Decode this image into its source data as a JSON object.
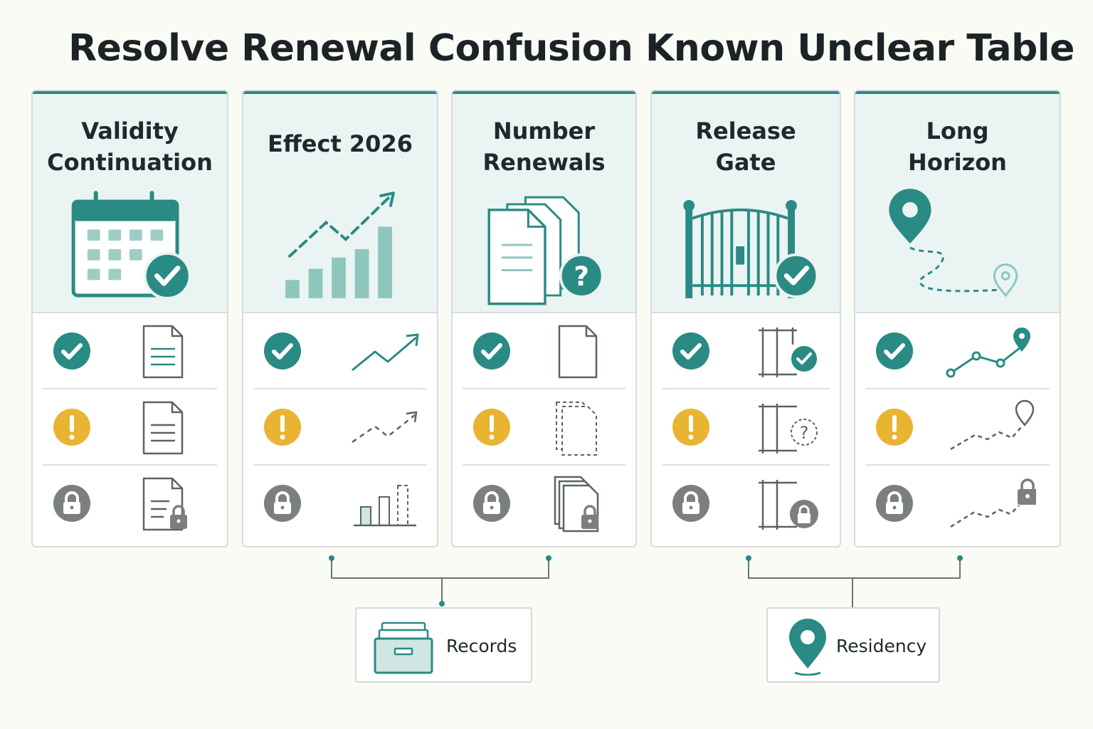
{
  "title": "Resolve Renewal Confusion Known Unclear Table",
  "columns": [
    {
      "title_lines": [
        "Validity",
        "Continuation"
      ],
      "hero_icon": "calendar-check-icon",
      "rows": [
        "check",
        "warning",
        "lock"
      ],
      "row_icons": [
        "document-icon",
        "document-icon",
        "document-lock-icon"
      ]
    },
    {
      "title_lines": [
        "Effect 2026"
      ],
      "hero_icon": "bar-chart-trend-icon",
      "rows": [
        "check",
        "warning",
        "lock"
      ],
      "row_icons": [
        "trend-up-icon",
        "dashed-trend-icon",
        "bar-chart-icon"
      ]
    },
    {
      "title_lines": [
        "Number",
        "Renewals"
      ],
      "hero_icon": "documents-question-icon",
      "rows": [
        "check",
        "warning",
        "lock"
      ],
      "row_icons": [
        "page-icon",
        "dashed-pages-icon",
        "stacked-pages-lock-icon"
      ]
    },
    {
      "title_lines": [
        "Release",
        "Gate"
      ],
      "hero_icon": "gate-check-icon",
      "rows": [
        "check",
        "warning",
        "lock"
      ],
      "row_icons": [
        "gate-check-icon",
        "gate-question-icon",
        "gate-lock-icon"
      ]
    },
    {
      "title_lines": [
        "Long",
        "Horizon"
      ],
      "hero_icon": "map-route-icon",
      "rows": [
        "check",
        "warning",
        "lock"
      ],
      "row_icons": [
        "route-pin-icon",
        "dashed-route-pin-icon",
        "dashed-route-lock-icon"
      ]
    }
  ],
  "tags": [
    {
      "label": "Records",
      "icon": "file-box-icon"
    },
    {
      "label": "Residency",
      "icon": "location-pin-icon"
    }
  ],
  "colors": {
    "teal": "#2a8a84",
    "teal_light": "#cfe6e2",
    "amber": "#e9b431",
    "gray": "#7b7f80",
    "panel": "#eaf4f2"
  }
}
